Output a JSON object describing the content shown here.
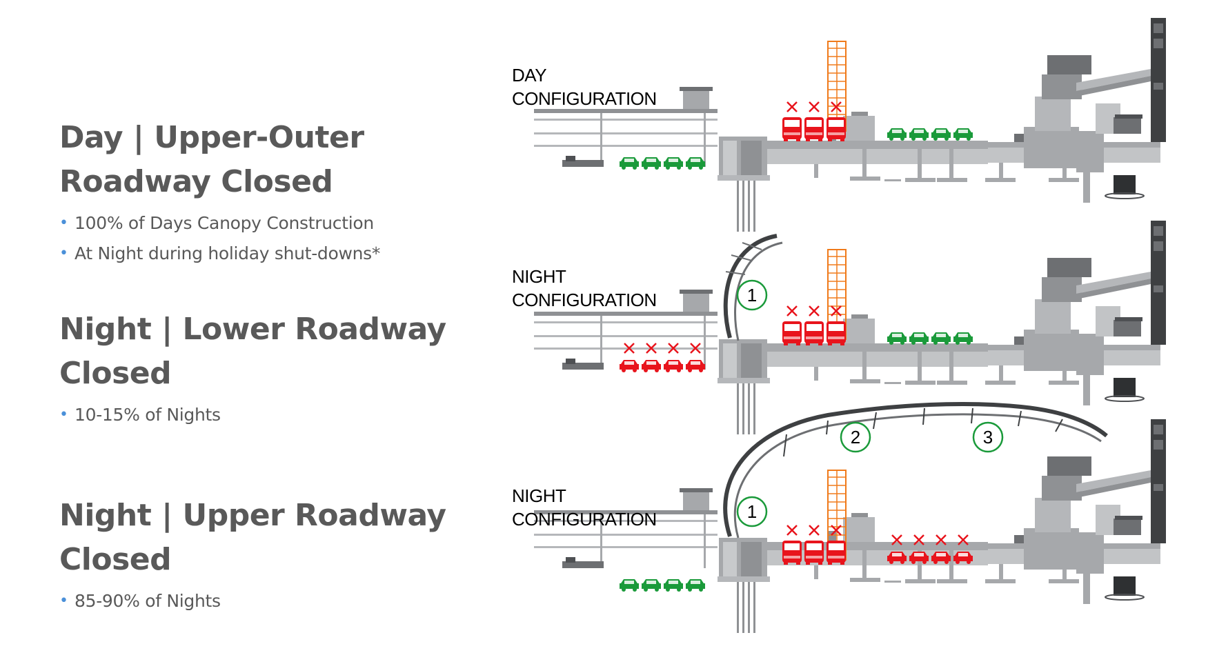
{
  "sections": [
    {
      "heading_line1": "Day | Upper-Outer",
      "heading_line2": "Roadway Closed",
      "bullets": [
        "100% of Days Canopy Construction",
        "At Night during holiday shut-downs*"
      ]
    },
    {
      "heading_line1": "Night | Lower Roadway",
      "heading_line2": "Closed",
      "bullets": [
        "10-15% of Nights"
      ]
    },
    {
      "heading_line1": "Night | Upper Roadway",
      "heading_line2": "Closed",
      "bullets": [
        "85-90% of Nights"
      ]
    }
  ],
  "panels": [
    {
      "label_line1": "DAY",
      "label_line2": "CONFIGURATION"
    },
    {
      "label_line1": "NIGHT",
      "label_line2": "CONFIGURATION",
      "markers": [
        "1"
      ]
    },
    {
      "label_line1": "NIGHT",
      "label_line2": "CONFIGURATION",
      "markers": [
        "1",
        "2",
        "3"
      ]
    }
  ],
  "colors": {
    "open_vehicle": "#1a9a3a",
    "closed_vehicle": "#e8141c",
    "scaffold": "#f07a1a",
    "structure": "#a6a8ab",
    "structure_dark": "#6d6f72",
    "heading_text": "#595959",
    "bullet_dot": "#4a90d9",
    "marker_ring": "#1a9a3a"
  }
}
